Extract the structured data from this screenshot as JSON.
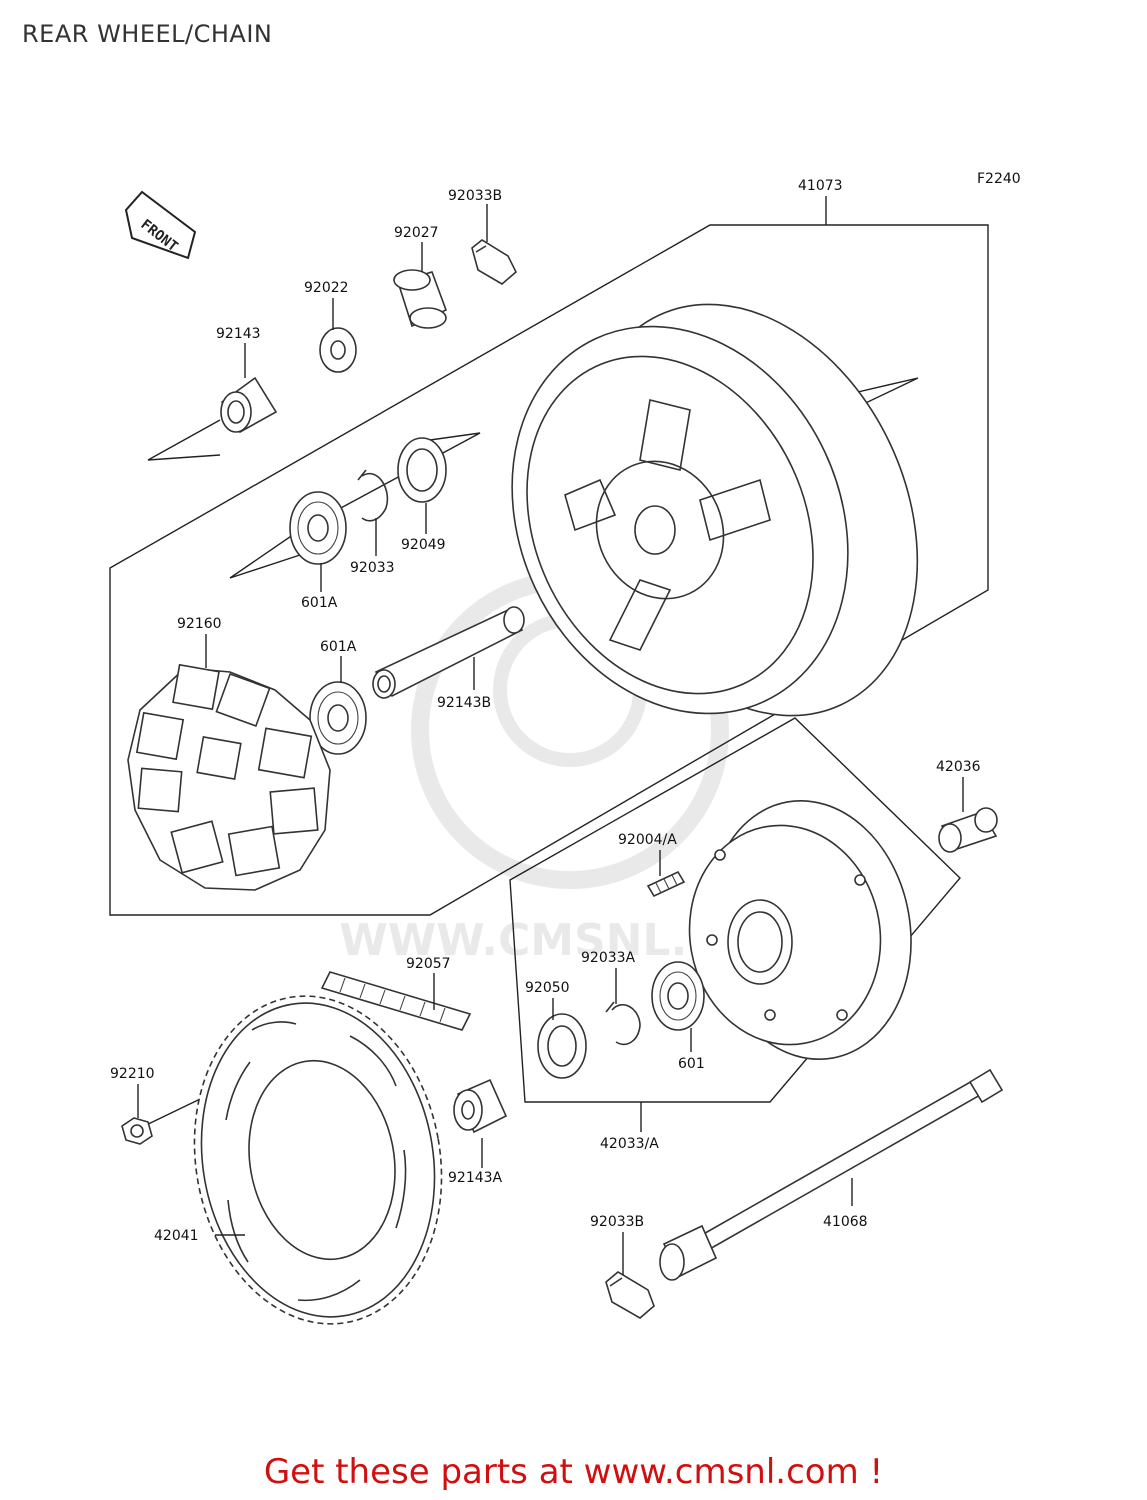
{
  "title": "REAR WHEEL/CHAIN",
  "figure_code": "F2240",
  "front_badge": "FRONT",
  "watermark": "WWW.CMSNL.COM",
  "footer": "Get these parts at www.cmsnl.com !",
  "callouts": {
    "c41073": "41073",
    "c92033B_top": "92033B",
    "c92027": "92027",
    "c92022": "92022",
    "c92143": "92143",
    "c92049": "92049",
    "c92033": "92033",
    "c601A_top": "601A",
    "c92160": "92160",
    "c601A_mid": "601A",
    "c92143B": "92143B",
    "c42036": "42036",
    "c92004A": "92004/A",
    "c92057": "92057",
    "c92033A": "92033A",
    "c92050": "92050",
    "c601": "601",
    "c92210": "92210",
    "c42033A": "42033/A",
    "c92143A": "92143A",
    "c42041": "42041",
    "c92033B_bot": "92033B",
    "c41068": "41068"
  }
}
